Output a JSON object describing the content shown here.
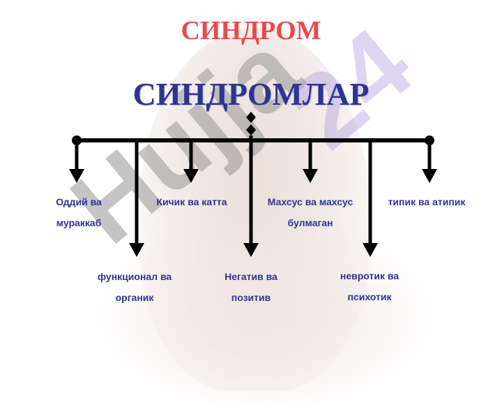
{
  "title": "СИНДРОМ",
  "subtitle": "СИНДРОМЛАР",
  "watermarks": {
    "left": "Hujja",
    "right": "24"
  },
  "colors": {
    "title": "#e94a4a",
    "heading": "#2f3490",
    "lines": "#000000"
  },
  "branches": [
    {
      "line1": "Оддий ва",
      "line2": "мураккаб"
    },
    {
      "line1": "функционал ва",
      "line2": "органик"
    },
    {
      "line1": "Кичик ва катта",
      "line2": ""
    },
    {
      "line1": "Негатив ва",
      "line2": "позитив"
    },
    {
      "line1": "Махсус ва махсус",
      "line2": "булмаган"
    },
    {
      "line1": "невротик ва",
      "line2": "психотик"
    },
    {
      "line1": "типик ва атипик",
      "line2": ""
    }
  ]
}
